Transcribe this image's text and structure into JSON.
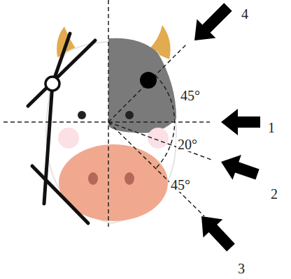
{
  "diagram": {
    "labels": [
      "4",
      "45°",
      "1",
      "20°",
      "2",
      "45°",
      "3"
    ]
  }
}
